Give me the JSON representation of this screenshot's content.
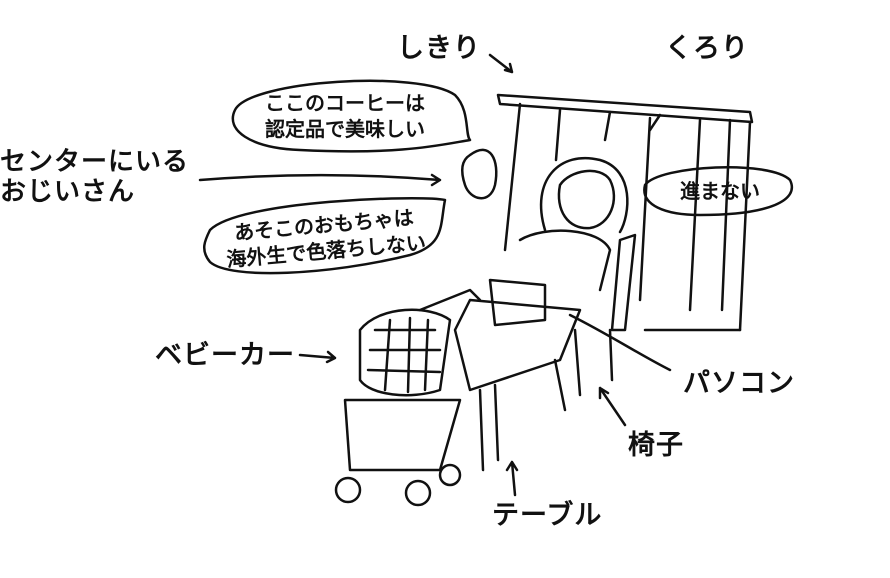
{
  "labels": {
    "partition": "しきり",
    "kurori": "くろり",
    "old_man_line1": "センターにいる",
    "old_man_line2": "おじいさん",
    "stroller": "ベビーカー",
    "pc": "パソコン",
    "chair": "椅子",
    "table": "テーブル"
  },
  "bubbles": {
    "coffee_line1": "ここのコーヒーは",
    "coffee_line2": "認定品で美味しい",
    "toy_line1": "あそこのおもちゃは",
    "toy_line2": "海外生で色落ちしない",
    "stuck": "進まない"
  },
  "colors": {
    "ink": "#111111",
    "paper": "#ffffff"
  }
}
